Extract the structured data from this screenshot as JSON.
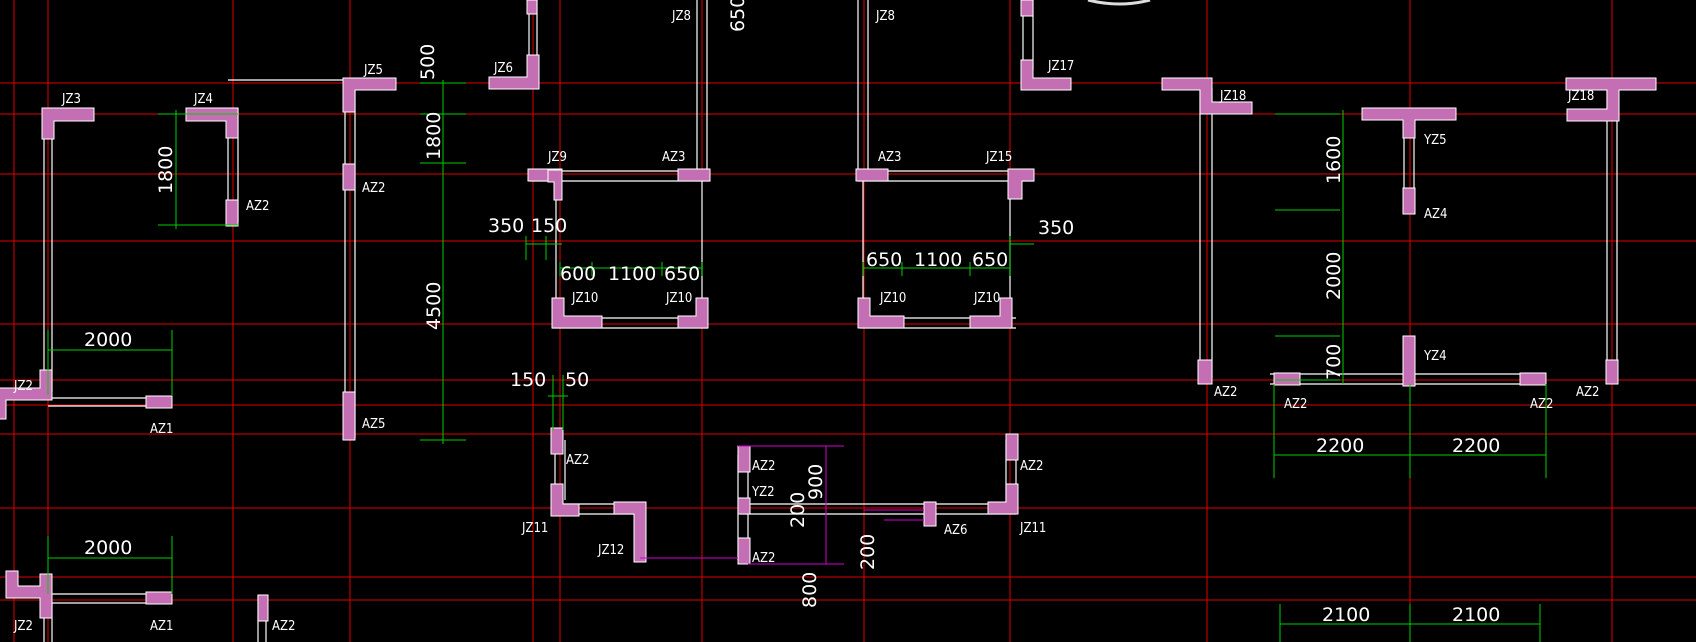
{
  "colors": {
    "background": "#000000",
    "axis": "#ff0000",
    "column": "#c46fb4",
    "wall": "#ffffff",
    "dimension": "#00d000",
    "annotation": "#d000d0",
    "text": "#ffffff"
  },
  "drawing": {
    "column_labels": [
      "JZ3",
      "JZ4",
      "AZ2",
      "JZ5",
      "AZ2",
      "AZ5",
      "JZ2",
      "AZ1",
      "JZ2",
      "AZ1",
      "AZ2",
      "JZ6",
      "JZ8",
      "JZ9",
      "AZ3",
      "JZ10",
      "JZ10",
      "JZ8",
      "AZ3",
      "JZ15",
      "JZ10",
      "JZ10",
      "JZ17",
      "AZ2",
      "JZ11",
      "JZ12",
      "AZ2",
      "YZ2",
      "AZ2",
      "AZ6",
      "AZ2",
      "JZ11",
      "JZ18",
      "AZ2",
      "YZ5",
      "AZ4",
      "YZ4",
      "AZ2",
      "AZ2",
      "JZ18",
      "AZ2"
    ],
    "dimension_labels": [
      "500",
      "1800",
      "1800",
      "4500",
      "2000",
      "2000",
      "650",
      "350",
      "150",
      "600",
      "1100",
      "650",
      "650",
      "1100",
      "650",
      "350",
      "150",
      "50",
      "900",
      "200",
      "200",
      "800",
      "1600",
      "2000",
      "700",
      "2200",
      "2200",
      "2100",
      "2100"
    ]
  }
}
